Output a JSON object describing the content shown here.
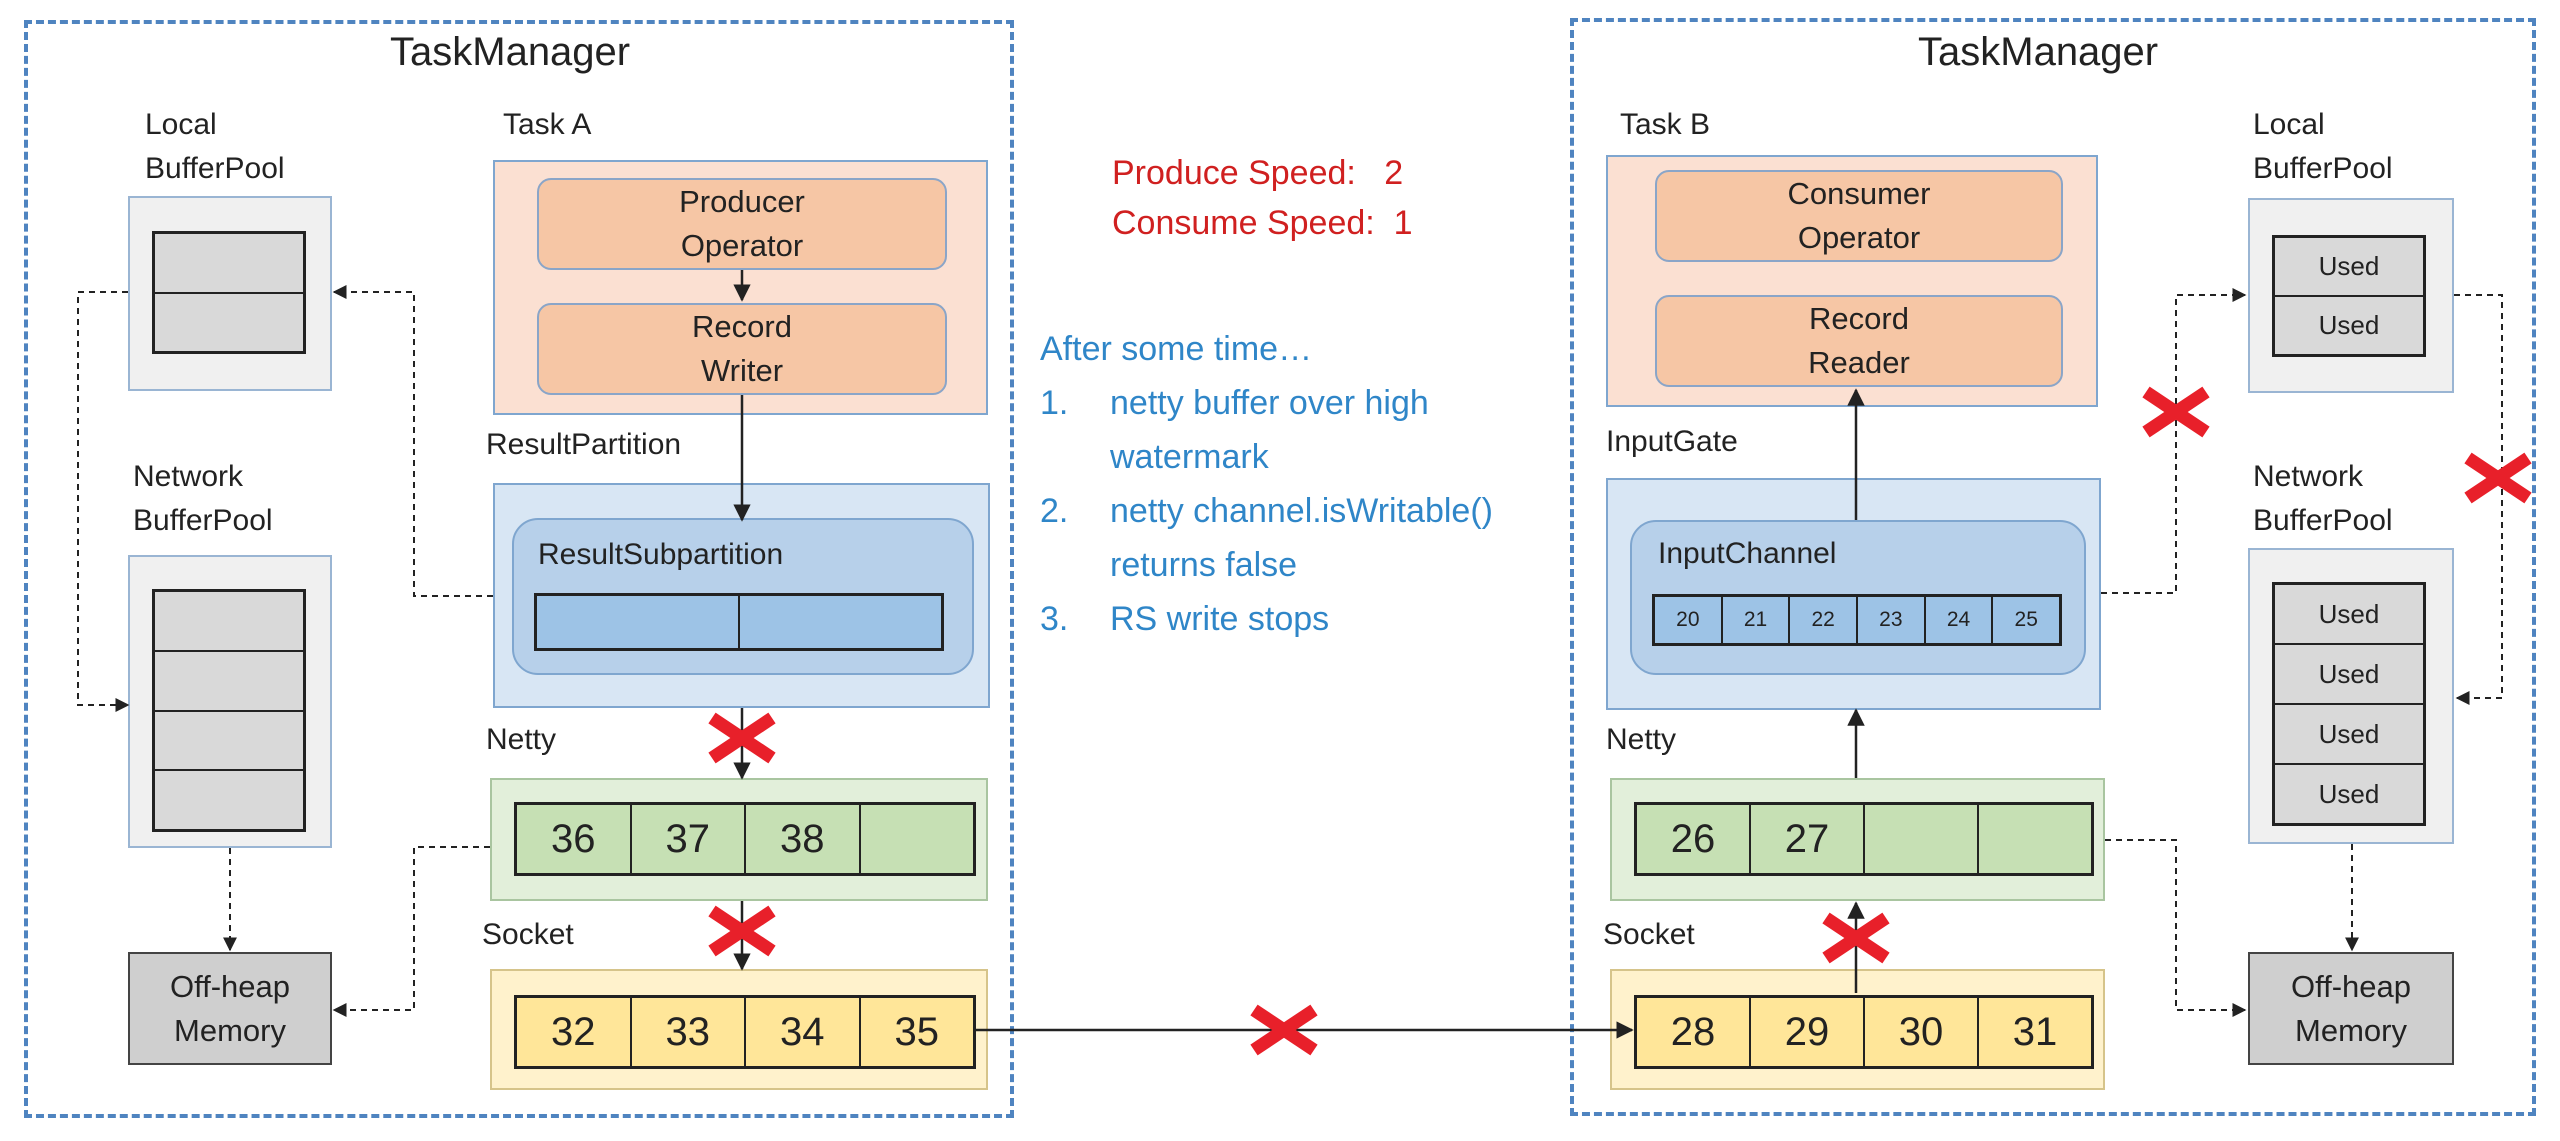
{
  "left": {
    "title": "TaskManager",
    "local_pool": {
      "label_line1": "Local",
      "label_line2": "BufferPool"
    },
    "network_pool": {
      "label_line1": "Network",
      "label_line2": "BufferPool"
    },
    "task_label": "Task A",
    "producer": {
      "line1": "Producer",
      "line2": "Operator"
    },
    "record_writer": {
      "line1": "Record",
      "line2": "Writer"
    },
    "result_partition_label": "ResultPartition",
    "result_subpartition_label": "ResultSubpartition",
    "netty_label": "Netty",
    "netty_slots": [
      "36",
      "37",
      "38",
      ""
    ],
    "socket_label": "Socket",
    "socket_slots": [
      "32",
      "33",
      "34",
      "35"
    ],
    "offheap": {
      "line1": "Off-heap",
      "line2": "Memory"
    }
  },
  "right": {
    "title": "TaskManager",
    "task_label": "Task B",
    "consumer": {
      "line1": "Consumer",
      "line2": "Operator"
    },
    "record_reader": {
      "line1": "Record",
      "line2": "Reader"
    },
    "input_gate_label": "InputGate",
    "input_channel_label": "InputChannel",
    "input_channel_slots": [
      "20",
      "21",
      "22",
      "23",
      "24",
      "25"
    ],
    "netty_label": "Netty",
    "netty_slots": [
      "26",
      "27",
      "",
      ""
    ],
    "socket_label": "Socket",
    "socket_slots": [
      "28",
      "29",
      "30",
      "31"
    ],
    "local_pool": {
      "label_line1": "Local",
      "label_line2": "BufferPool",
      "slots": [
        "Used",
        "Used"
      ]
    },
    "network_pool": {
      "label_line1": "Network",
      "label_line2": "BufferPool",
      "slots": [
        "Used",
        "Used",
        "Used",
        "Used"
      ]
    },
    "offheap": {
      "line1": "Off-heap",
      "line2": "Memory"
    }
  },
  "speeds": {
    "produce_label": "Produce Speed:",
    "produce_value": "2",
    "consume_label": "Consume Speed:",
    "consume_value": "1"
  },
  "notes": {
    "intro": "After some time…",
    "items": [
      {
        "num": "1.",
        "line1": "netty buffer over high",
        "line2": "watermark"
      },
      {
        "num": "2.",
        "line1": "netty channel.isWritable()",
        "line2": "returns false"
      },
      {
        "num": "3.",
        "line1": "RS write stops"
      }
    ]
  },
  "colors": {
    "blocked_mark": "#e8202a",
    "note_text": "#2f86c8",
    "speed_text": "#d02020"
  }
}
